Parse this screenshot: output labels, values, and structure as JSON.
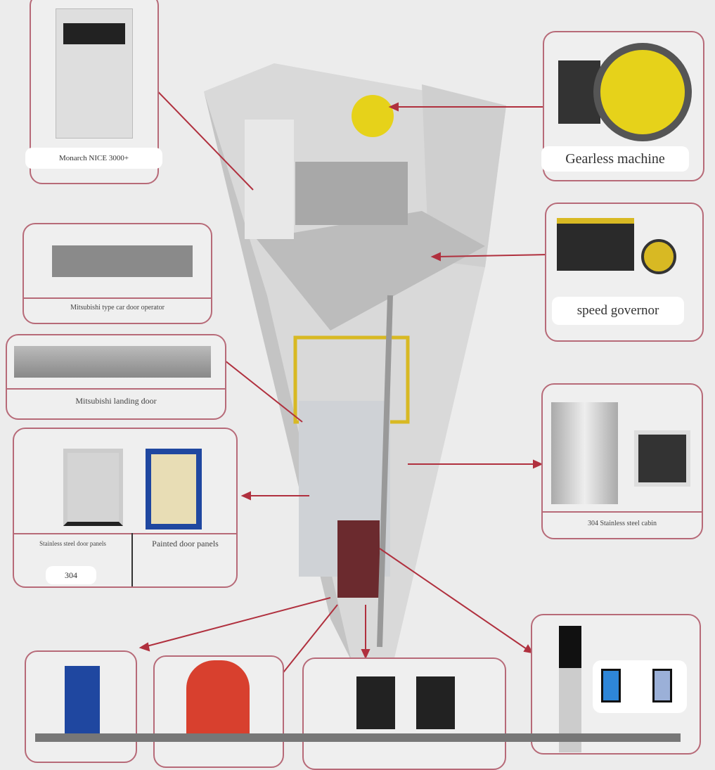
{
  "title": "Elevator components diagram",
  "components": {
    "controller": "Monarch NICE 3000+",
    "machine": "Gearless machine",
    "door_operator": "Mitsubishi type car door operator",
    "governor": "speed governor",
    "landing_door": "Mitsubishi landing door",
    "cabin": "304 Stainless steel cabin",
    "door_panels_ss": "Stainless steel door panels",
    "door_panels_ss_grade": "304",
    "door_panels_painted": "Painted door panels"
  },
  "colors": {
    "frame": "#b76a78",
    "arrow": "#b0303e",
    "machine": "#e6d21a",
    "buffer": "#d8402e",
    "panel_blue": "#1f47a0"
  }
}
